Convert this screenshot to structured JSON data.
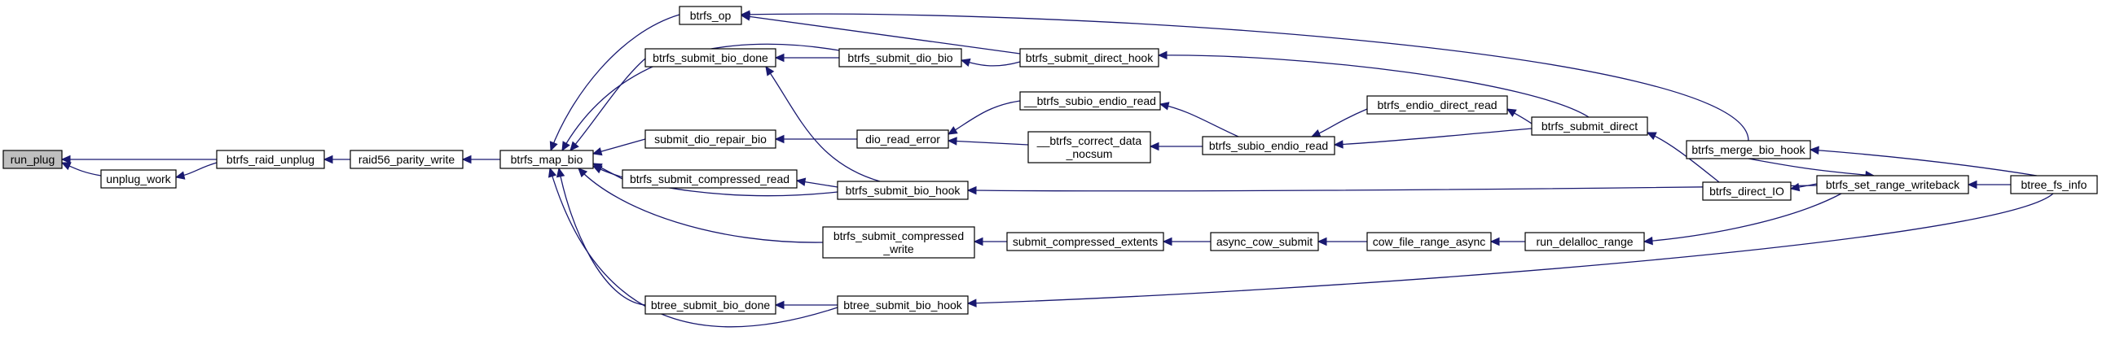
{
  "graph": {
    "colors": {
      "edge": "#191970",
      "node_border": "#000000",
      "root_fill": "#bfbfbf",
      "node_fill": "#ffffff"
    },
    "nodes": [
      {
        "id": "run_plug",
        "lines": [
          "run_plug"
        ],
        "root": true
      },
      {
        "id": "unplug_work",
        "lines": [
          "unplug_work"
        ]
      },
      {
        "id": "btrfs_raid_unplug",
        "lines": [
          "btrfs_raid_unplug"
        ]
      },
      {
        "id": "raid56_parity_write",
        "lines": [
          "raid56_parity_write"
        ]
      },
      {
        "id": "btrfs_map_bio",
        "lines": [
          "btrfs_map_bio"
        ]
      },
      {
        "id": "btrfs_op",
        "lines": [
          "btrfs_op"
        ]
      },
      {
        "id": "btrfs_submit_bio_done",
        "lines": [
          "btrfs_submit_bio_done"
        ]
      },
      {
        "id": "submit_dio_repair_bio",
        "lines": [
          "submit_dio_repair_bio"
        ]
      },
      {
        "id": "btrfs_submit_compressed_read",
        "lines": [
          "btrfs_submit_compressed_read"
        ]
      },
      {
        "id": "btrfs_submit_compressed_write",
        "lines": [
          "btrfs_submit_compressed",
          "_write"
        ]
      },
      {
        "id": "btree_submit_bio_done",
        "lines": [
          "btree_submit_bio_done"
        ]
      },
      {
        "id": "btrfs_submit_dio_bio",
        "lines": [
          "btrfs_submit_dio_bio"
        ]
      },
      {
        "id": "dio_read_error",
        "lines": [
          "dio_read_error"
        ]
      },
      {
        "id": "btrfs_submit_bio_hook",
        "lines": [
          "btrfs_submit_bio_hook"
        ]
      },
      {
        "id": "submit_compressed_extents",
        "lines": [
          "submit_compressed_extents"
        ]
      },
      {
        "id": "btree_submit_bio_hook",
        "lines": [
          "btree_submit_bio_hook"
        ]
      },
      {
        "id": "btrfs_submit_direct_hook",
        "lines": [
          "btrfs_submit_direct_hook"
        ]
      },
      {
        "id": "__btrfs_subio_endio_read",
        "lines": [
          "__btrfs_subio_endio_read"
        ]
      },
      {
        "id": "__btrfs_correct_data_nocsum",
        "lines": [
          "__btrfs_correct_data",
          "_nocsum"
        ]
      },
      {
        "id": "async_cow_submit",
        "lines": [
          "async_cow_submit"
        ]
      },
      {
        "id": "btrfs_subio_endio_read",
        "lines": [
          "btrfs_subio_endio_read"
        ]
      },
      {
        "id": "btrfs_endio_direct_read",
        "lines": [
          "btrfs_endio_direct_read"
        ]
      },
      {
        "id": "cow_file_range_async",
        "lines": [
          "cow_file_range_async"
        ]
      },
      {
        "id": "btrfs_submit_direct",
        "lines": [
          "btrfs_submit_direct"
        ]
      },
      {
        "id": "run_delalloc_range",
        "lines": [
          "run_delalloc_range"
        ]
      },
      {
        "id": "btrfs_merge_bio_hook",
        "lines": [
          "btrfs_merge_bio_hook"
        ]
      },
      {
        "id": "btrfs_direct_IO",
        "lines": [
          "btrfs_direct_IO"
        ]
      },
      {
        "id": "btrfs_set_range_writeback",
        "lines": [
          "btrfs_set_range_writeback"
        ]
      },
      {
        "id": "btree_fs_info",
        "lines": [
          "btree_fs_info"
        ]
      }
    ],
    "edges": [
      {
        "from": "unplug_work",
        "to": "run_plug"
      },
      {
        "from": "btrfs_raid_unplug",
        "to": "run_plug"
      },
      {
        "from": "btrfs_raid_unplug",
        "to": "unplug_work"
      },
      {
        "from": "raid56_parity_write",
        "to": "btrfs_raid_unplug"
      },
      {
        "from": "btrfs_map_bio",
        "to": "raid56_parity_write"
      },
      {
        "from": "btrfs_op",
        "to": "btrfs_map_bio"
      },
      {
        "from": "btrfs_submit_dio_bio",
        "to": "btrfs_map_bio"
      },
      {
        "from": "btrfs_submit_bio_done",
        "to": "btrfs_map_bio"
      },
      {
        "from": "submit_dio_repair_bio",
        "to": "btrfs_map_bio"
      },
      {
        "from": "btrfs_submit_compressed_read",
        "to": "btrfs_map_bio"
      },
      {
        "from": "btrfs_submit_bio_hook",
        "to": "btrfs_map_bio"
      },
      {
        "from": "btrfs_submit_compressed_write",
        "to": "btrfs_map_bio"
      },
      {
        "from": "btree_submit_bio_done",
        "to": "btrfs_map_bio"
      },
      {
        "from": "btree_submit_bio_hook",
        "to": "btrfs_map_bio"
      },
      {
        "from": "btrfs_submit_direct_hook",
        "to": "btrfs_op"
      },
      {
        "from": "btrfs_merge_bio_hook",
        "to": "btrfs_op"
      },
      {
        "from": "btrfs_submit_dio_bio",
        "to": "btrfs_submit_bio_done"
      },
      {
        "from": "btrfs_submit_bio_hook",
        "to": "btrfs_submit_bio_done"
      },
      {
        "from": "dio_read_error",
        "to": "submit_dio_repair_bio"
      },
      {
        "from": "btrfs_submit_bio_hook",
        "to": "btrfs_submit_compressed_read"
      },
      {
        "from": "submit_compressed_extents",
        "to": "btrfs_submit_compressed_write"
      },
      {
        "from": "btree_submit_bio_hook",
        "to": "btree_submit_bio_done"
      },
      {
        "from": "btrfs_submit_direct_hook",
        "to": "btrfs_submit_dio_bio"
      },
      {
        "from": "__btrfs_subio_endio_read",
        "to": "dio_read_error"
      },
      {
        "from": "__btrfs_correct_data_nocsum",
        "to": "dio_read_error"
      },
      {
        "from": "btrfs_set_range_writeback",
        "to": "btrfs_submit_bio_hook"
      },
      {
        "from": "async_cow_submit",
        "to": "submit_compressed_extents"
      },
      {
        "from": "btree_fs_info",
        "to": "btree_submit_bio_hook"
      },
      {
        "from": "btrfs_submit_direct",
        "to": "btrfs_submit_direct_hook"
      },
      {
        "from": "btrfs_subio_endio_read",
        "to": "__btrfs_subio_endio_read"
      },
      {
        "from": "btrfs_subio_endio_read",
        "to": "__btrfs_correct_data_nocsum"
      },
      {
        "from": "cow_file_range_async",
        "to": "async_cow_submit"
      },
      {
        "from": "btrfs_endio_direct_read",
        "to": "btrfs_subio_endio_read"
      },
      {
        "from": "btrfs_submit_direct",
        "to": "btrfs_subio_endio_read"
      },
      {
        "from": "run_delalloc_range",
        "to": "cow_file_range_async"
      },
      {
        "from": "btrfs_submit_direct",
        "to": "btrfs_endio_direct_read"
      },
      {
        "from": "btrfs_direct_IO",
        "to": "btrfs_submit_direct"
      },
      {
        "from": "btrfs_set_range_writeback",
        "to": "run_delalloc_range"
      },
      {
        "from": "btrfs_merge_bio_hook",
        "to": "btrfs_set_range_writeback"
      },
      {
        "from": "btrfs_set_range_writeback",
        "to": "btrfs_direct_IO"
      },
      {
        "from": "btree_fs_info",
        "to": "btrfs_merge_bio_hook"
      },
      {
        "from": "btree_fs_info",
        "to": "btrfs_set_range_writeback"
      }
    ]
  }
}
